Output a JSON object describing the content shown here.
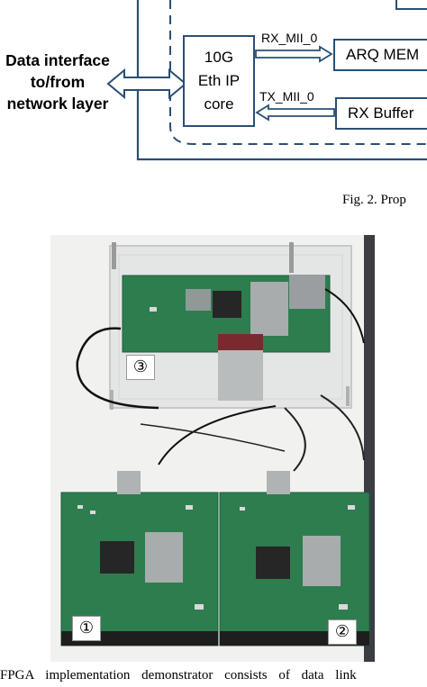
{
  "diagram": {
    "side_label": [
      "Data interface",
      "to/from",
      "network layer"
    ],
    "eth_core": [
      "10G",
      "Eth IP",
      "core"
    ],
    "rx_signal": "RX_MII_0",
    "tx_signal": "TX_MII_0",
    "arq_block": "ARQ MEM",
    "rx_buffer_block": "RX Buffer",
    "colors": {
      "frame": "#2a4f73",
      "arrow_fill": "#ffffff",
      "arrow_stroke": "#2a4f73"
    }
  },
  "figure2_caption": "Fig. 2.   Prop",
  "photo": {
    "labels": [
      "③",
      "①",
      "②"
    ],
    "colors": {
      "background": "#f1f1ef",
      "board_green": "#2e7d4f",
      "plexiglass": "#e4e6e6"
    }
  },
  "figure3_caption": "FPGA implementation demonstrator consists of data link"
}
